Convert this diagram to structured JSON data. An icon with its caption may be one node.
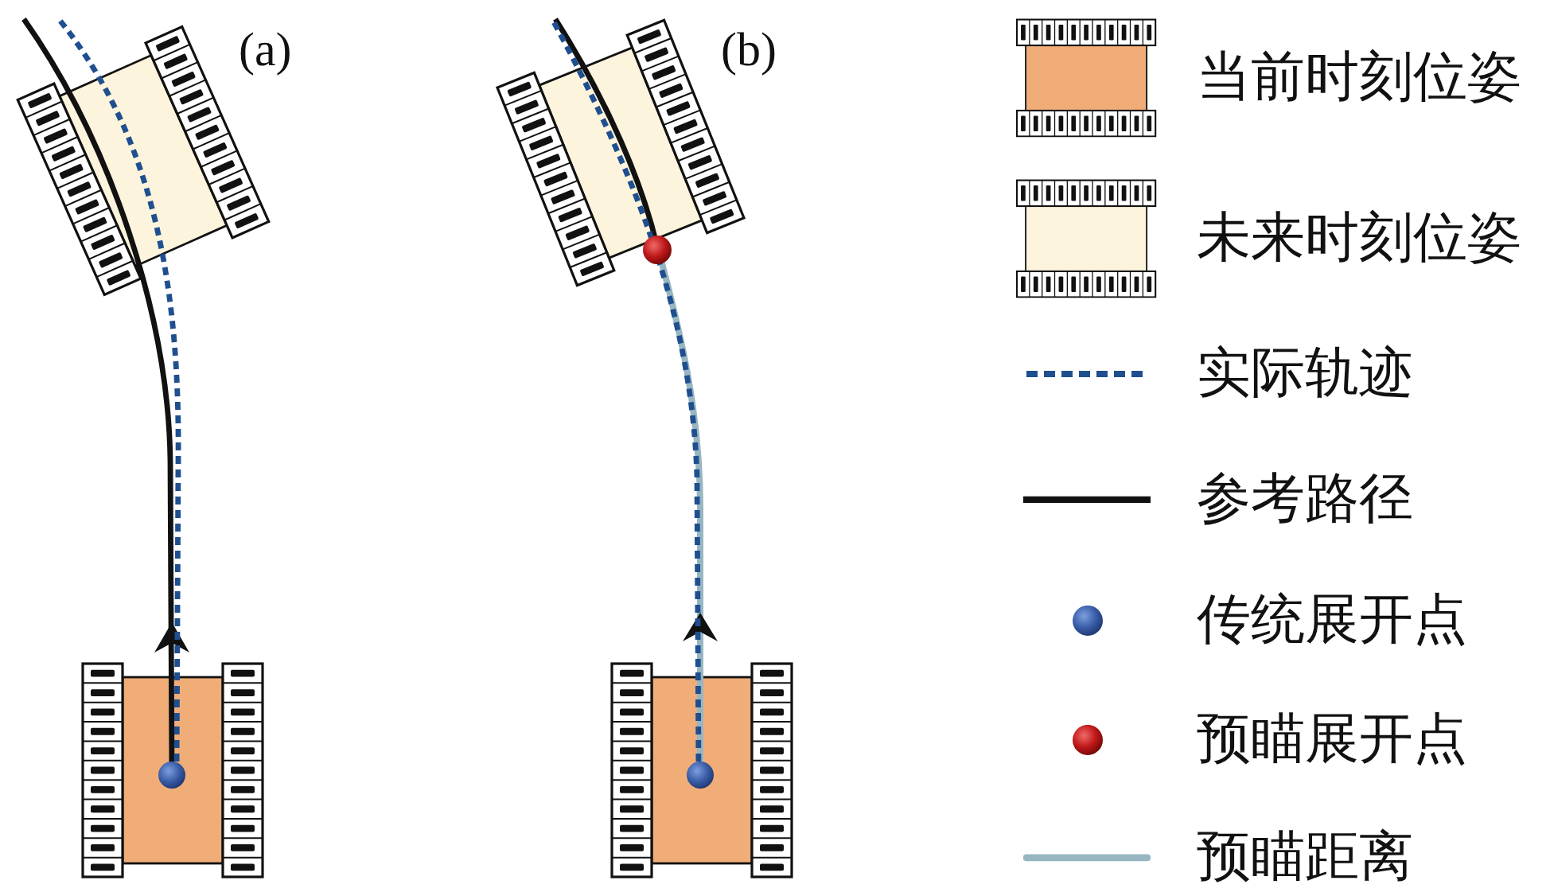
{
  "diagram": {
    "labels": [
      "(a)",
      "(b)"
    ],
    "legend": [
      {
        "text": "当前时刻位姿"
      },
      {
        "text": "未来时刻位姿"
      },
      {
        "text": "实际轨迹"
      },
      {
        "text": "参考路径"
      },
      {
        "text": "传统展开点"
      },
      {
        "text": "预瞄展开点"
      },
      {
        "text": "预瞄距离"
      }
    ]
  }
}
